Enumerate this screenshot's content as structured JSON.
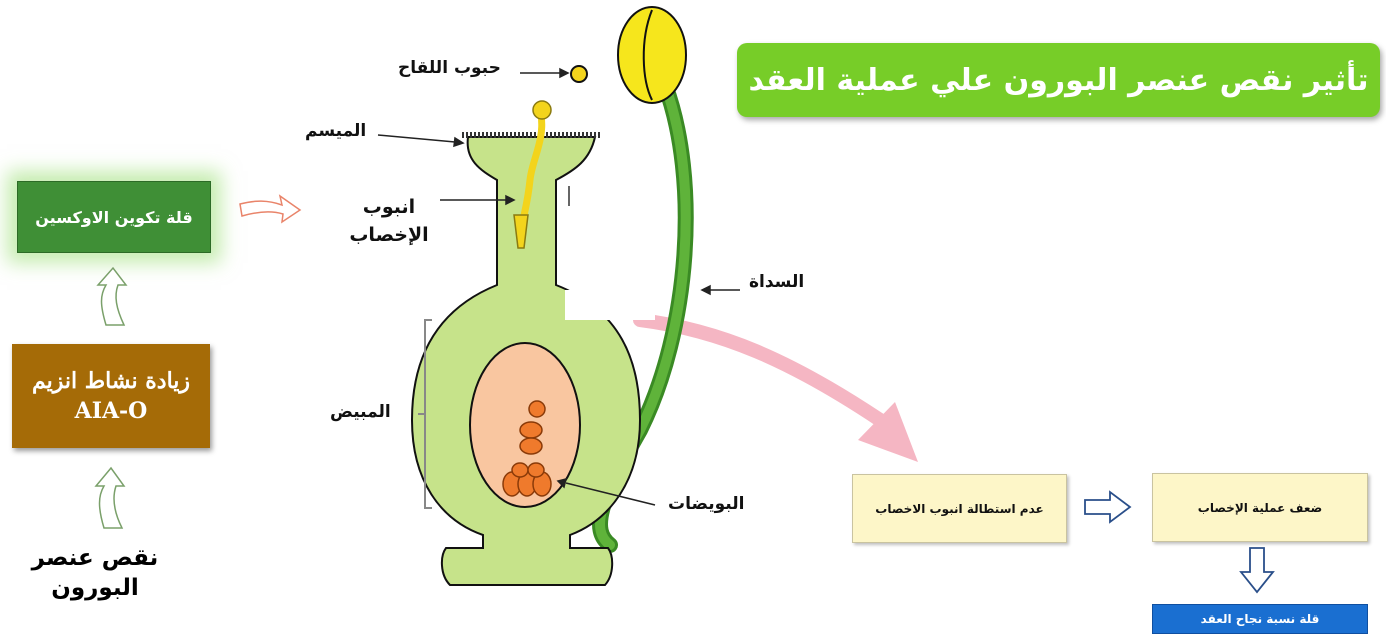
{
  "title": "تأثير نقص عنصر البورون علي عملية  العقد",
  "flow_left": {
    "auxin_box": "قلة تكوين الاوكسين",
    "enzyme_box_line1": "زيادة نشاط انزيم",
    "enzyme_box_line2": "AIA-O",
    "boron_line1": "نقص عنصر",
    "boron_line2": "البورون"
  },
  "flower_labels": {
    "pollen": "حبوب اللقاح",
    "stigma": "الميسم",
    "tube_line1": "انبوب",
    "tube_line2": "الإخصاب",
    "style": "السداة",
    "ovary": "المبيض",
    "ovules": "البويضات"
  },
  "flow_right": {
    "tube_box": "عدم استطالة انبوب الاخصاب",
    "fert_box": "ضعف عملية الإخصاب",
    "fruit_box": "قلة نسبة نجاح العقد"
  },
  "colors": {
    "title_bg": "#77cd28",
    "auxin_bg": "#3f8f36",
    "enzyme_bg": "#a56b07",
    "result_bg": "#1a6fd1",
    "pistil_fill": "#c6e38a",
    "ovary_fill": "#f9c6a0"
  }
}
